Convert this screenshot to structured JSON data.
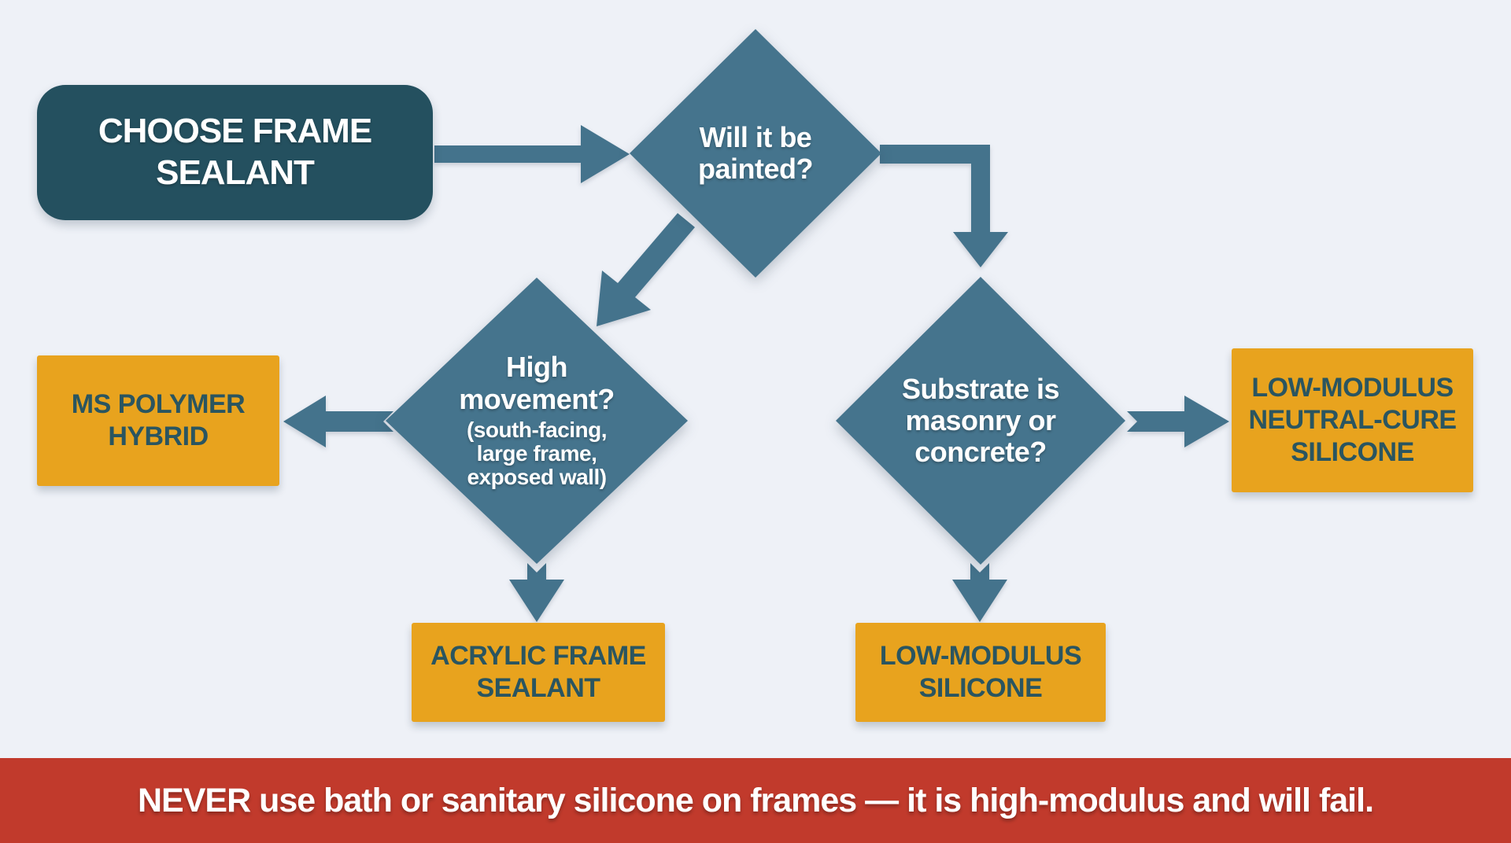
{
  "colors": {
    "background": "#eef1f7",
    "start_box": "#24505f",
    "diamond": "#45748d",
    "arrow": "#44738c",
    "result_box": "#e8a31e",
    "result_text": "#2a5560",
    "warning_banner": "#c13a2c",
    "light_text": "#ffffff"
  },
  "start": {
    "label": "CHOOSE FRAME SEALANT"
  },
  "decisions": {
    "painted": {
      "question": "Will it be painted?"
    },
    "movement": {
      "question": "High movement?",
      "note": "(south-facing, large frame, exposed wall)"
    },
    "substrate": {
      "question": "Substrate is masonry or concrete?"
    }
  },
  "results": {
    "ms_polymer": {
      "label": "MS POLYMER HYBRID"
    },
    "acrylic": {
      "label": "ACRYLIC FRAME SEALANT"
    },
    "low_modulus": {
      "label": "LOW-MODULUS SILICONE"
    },
    "neutral_cure": {
      "label": "LOW-MODULUS NEUTRAL-CURE SILICONE"
    }
  },
  "warning": {
    "text": "NEVER use bath or sanitary silicone on frames — it is high-modulus and will fail."
  },
  "edges": [
    {
      "from": "start",
      "to": "painted"
    },
    {
      "from": "painted",
      "to": "movement"
    },
    {
      "from": "painted",
      "to": "substrate"
    },
    {
      "from": "movement",
      "to": "ms_polymer"
    },
    {
      "from": "movement",
      "to": "acrylic"
    },
    {
      "from": "substrate",
      "to": "neutral_cure"
    },
    {
      "from": "substrate",
      "to": "low_modulus"
    }
  ]
}
